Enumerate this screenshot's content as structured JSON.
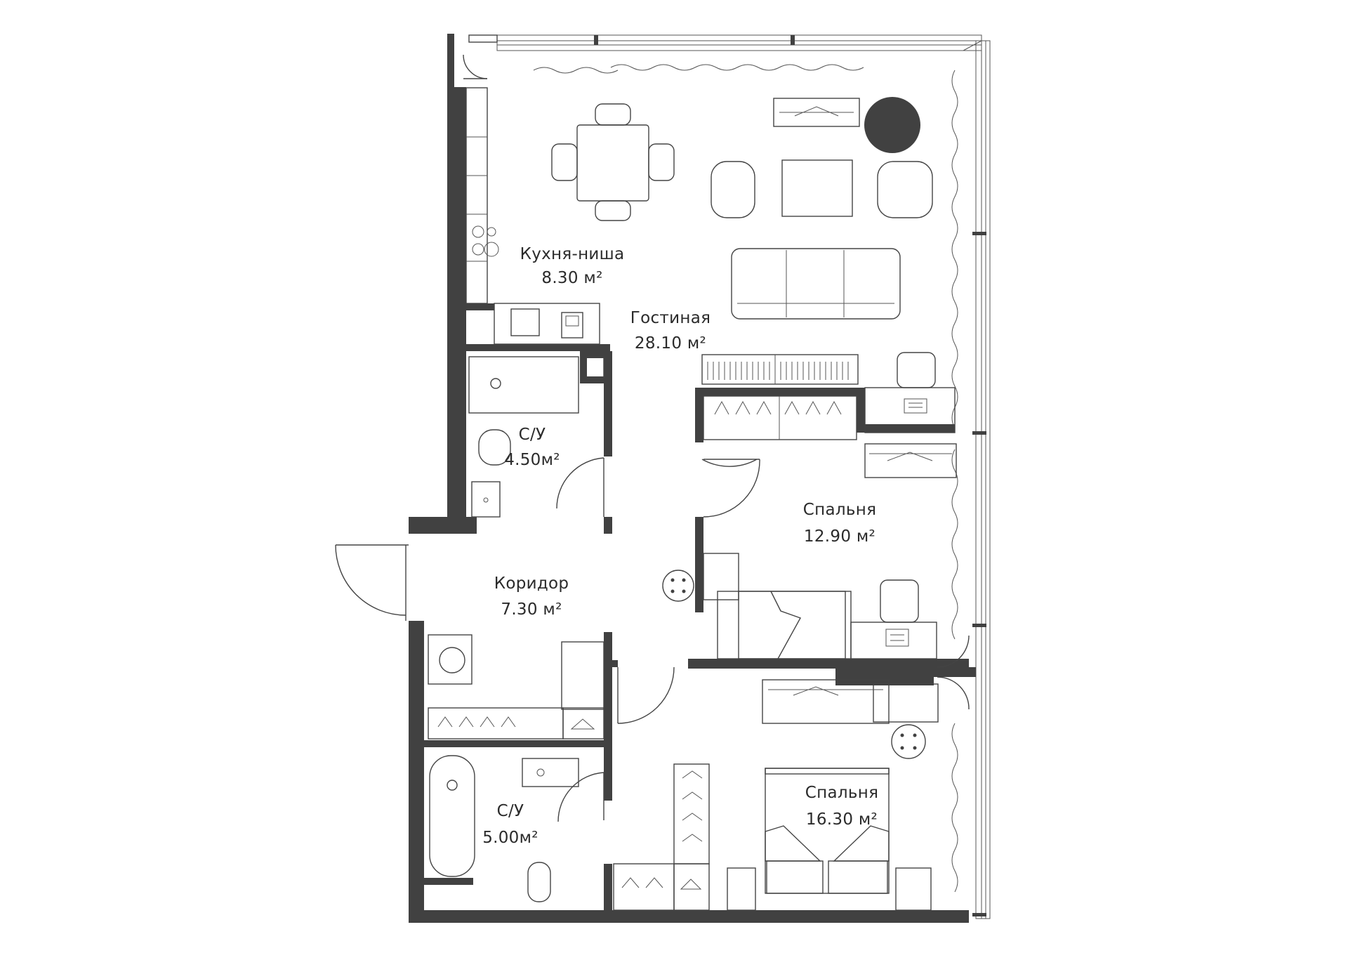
{
  "colors": {
    "wall": "#414141",
    "line": "#444444",
    "background": "#ffffff"
  },
  "rooms": {
    "kitchen": {
      "name": "Кухня-ниша",
      "area": "8.30 м²"
    },
    "living": {
      "name": "Гостиная",
      "area": "28.10 м²"
    },
    "bath1": {
      "name": "С/У",
      "area": "4.50м²"
    },
    "bedroom1": {
      "name": "Спальня",
      "area": "12.90 м²"
    },
    "corridor": {
      "name": "Коридор",
      "area": "7.30 м²"
    },
    "bath2": {
      "name": "С/У",
      "area": "5.00м²"
    },
    "bedroom2": {
      "name": "Спальня",
      "area": "16.30 м²"
    }
  }
}
